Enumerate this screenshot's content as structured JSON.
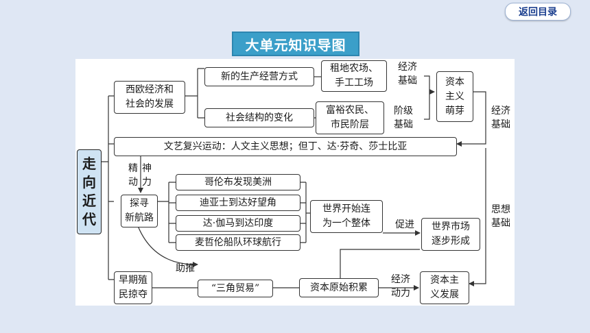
{
  "header": {
    "back_button": "返回目录",
    "title": "大单元知识导图"
  },
  "nodes": {
    "side_title": "走\n向\n近\n代",
    "west_europe": "西欧经济和\n社会的发展",
    "new_production": "新的生产经营方式",
    "rent_farms": "租地农场、\n手工工场",
    "social_change": "社会结构的变化",
    "rich_farmers": "富裕农民、\n市民阶层",
    "capitalism_sprout": "资本\n主义\n萌芽",
    "renaissance": "文艺复兴运动：人文主义思想；但丁、达·芬奇、莎士比亚",
    "exploration": "探寻\n新航路",
    "columbus": "哥伦布发现美洲",
    "dias": "迪亚士到达好望角",
    "gama": "达·伽马到达印度",
    "magellan": "麦哲伦船队环球航行",
    "world_connected": "世界开始连\n为一个整体",
    "world_market": "世界市场\n逐步形成",
    "colonial": "早期殖\n民掠夺",
    "triangle_trade": "“三角贸易”",
    "primitive_accumulation": "资本原始积累",
    "capitalism_dev": "资本主\n义发展"
  },
  "labels": {
    "econ_basis_1": "经济\n基础",
    "class_basis": "阶级\n基础",
    "econ_basis_2": "经济\n基础",
    "thought_basis": "思想\n基础",
    "spirit_drive": "精神\n动力",
    "promote": "促进",
    "assist": "助推",
    "econ_drive": "经济\n动力"
  },
  "colors": {
    "banner": "#3b9fc9",
    "side_box": "#cfe3f3",
    "back_text": "#1b3f8f",
    "page_bg": "#dfe7f4"
  }
}
